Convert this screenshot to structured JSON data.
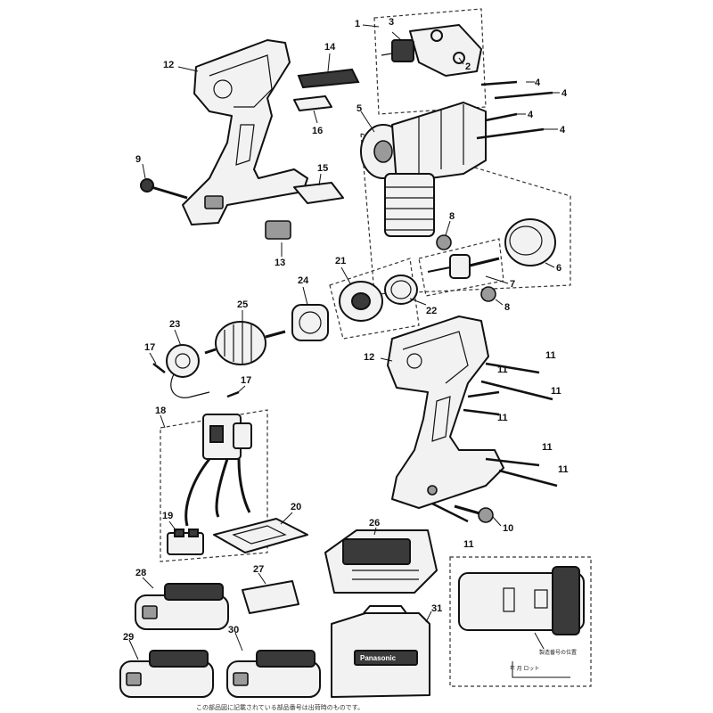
{
  "diagram": {
    "callouts": [
      {
        "id": "c1",
        "text": "1"
      },
      {
        "id": "c2",
        "text": "2"
      },
      {
        "id": "c3",
        "text": "3"
      },
      {
        "id": "c4a",
        "text": "4"
      },
      {
        "id": "c4b",
        "text": "4"
      },
      {
        "id": "c4c",
        "text": "4"
      },
      {
        "id": "c4d",
        "text": "4"
      },
      {
        "id": "c5",
        "text": "5"
      },
      {
        "id": "c6",
        "text": "6"
      },
      {
        "id": "c7",
        "text": "7"
      },
      {
        "id": "c8a",
        "text": "8"
      },
      {
        "id": "c8b",
        "text": "8"
      },
      {
        "id": "c9",
        "text": "9"
      },
      {
        "id": "c10",
        "text": "10"
      },
      {
        "id": "c11a",
        "text": "11"
      },
      {
        "id": "c11b",
        "text": "11"
      },
      {
        "id": "c11c",
        "text": "11"
      },
      {
        "id": "c11d",
        "text": "11"
      },
      {
        "id": "c11e",
        "text": "11"
      },
      {
        "id": "c11f",
        "text": "11"
      },
      {
        "id": "c11g",
        "text": "11"
      },
      {
        "id": "c12a",
        "text": "12"
      },
      {
        "id": "c12b",
        "text": "12"
      },
      {
        "id": "c13",
        "text": "13"
      },
      {
        "id": "c14",
        "text": "14"
      },
      {
        "id": "c15",
        "text": "15"
      },
      {
        "id": "c16",
        "text": "16"
      },
      {
        "id": "c17a",
        "text": "17"
      },
      {
        "id": "c17b",
        "text": "17"
      },
      {
        "id": "c18",
        "text": "18"
      },
      {
        "id": "c19",
        "text": "19"
      },
      {
        "id": "c20",
        "text": "20"
      },
      {
        "id": "c21",
        "text": "21"
      },
      {
        "id": "c22",
        "text": "22"
      },
      {
        "id": "c23",
        "text": "23"
      },
      {
        "id": "c24",
        "text": "24"
      },
      {
        "id": "c25",
        "text": "25"
      },
      {
        "id": "c26",
        "text": "26"
      },
      {
        "id": "c27",
        "text": "27"
      },
      {
        "id": "c28",
        "text": "28"
      },
      {
        "id": "c29",
        "text": "29"
      },
      {
        "id": "c30",
        "text": "30"
      },
      {
        "id": "c31",
        "text": "31"
      }
    ],
    "case_brand": "Panasonic",
    "inset_label": "製造番号の位置",
    "inset_sublabel": "年 月 ロット",
    "footer_note": "この部品図に記載されている部品番号は出荷時のものです。"
  }
}
